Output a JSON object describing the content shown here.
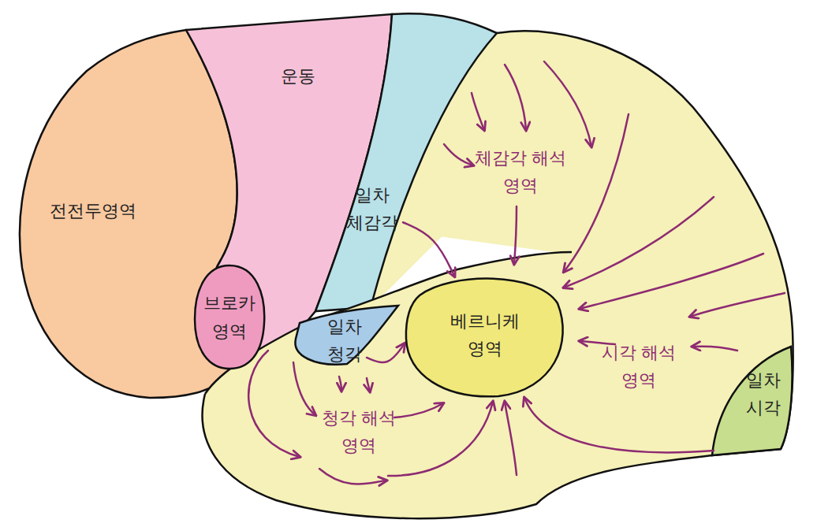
{
  "diagram": {
    "nodes": [
      {
        "text": [
          "전전두영역"
        ]
      },
      {
        "text": [
          "운동"
        ]
      },
      {
        "text": [
          "브로카 영역"
        ]
      },
      {
        "text": [
          "일차 체감각"
        ]
      },
      {
        "text": [
          "일차 청각"
        ]
      },
      {
        "text": [
          "베르니케 영역"
        ]
      },
      {
        "text": [
          "일차 시각"
        ]
      }
    ],
    "edges": [
      {
        "from": 3,
        "to": 5,
        "arrow": "to"
      },
      {
        "from": 4,
        "to": 5,
        "arrow": "to"
      }
    ],
    "labels": [
      "체감각 해석 영역",
      "청각 해석 영역",
      "시각 해석 영역"
    ]
  }
}
